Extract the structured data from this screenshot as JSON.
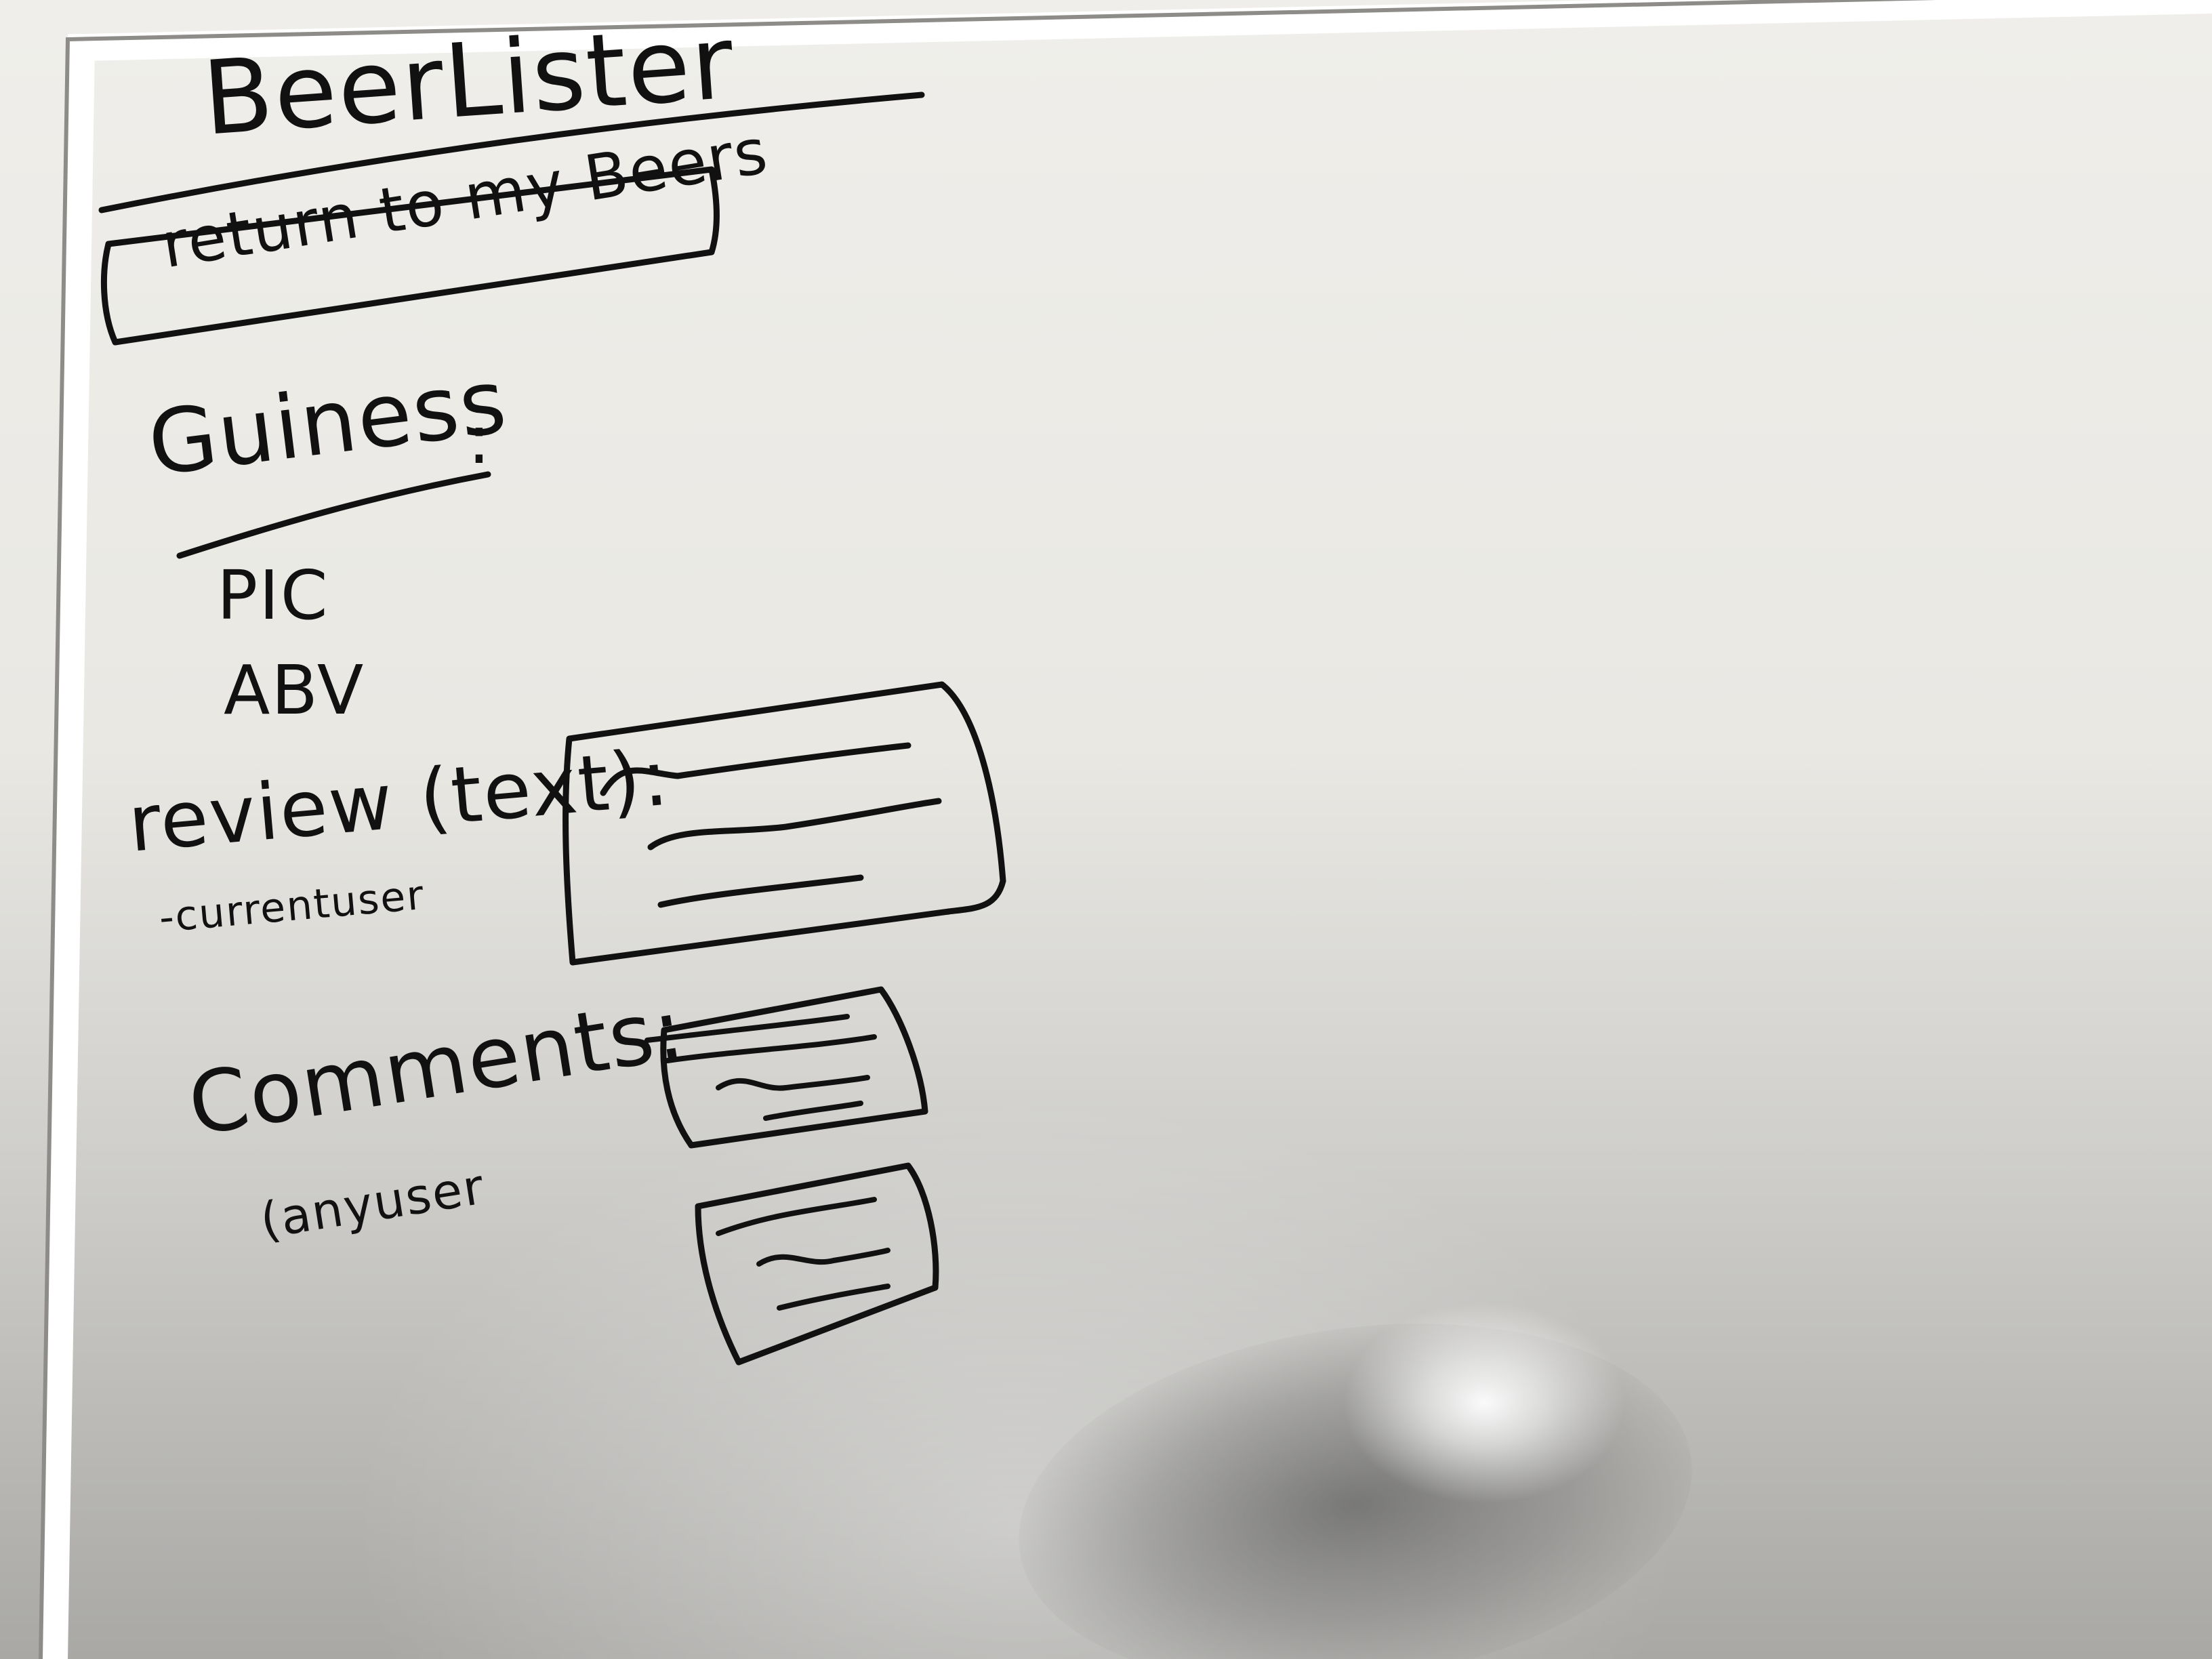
{
  "whiteboard": {
    "title": "BeerLister",
    "nav_button": "return to my Beers",
    "beer_name": "Guiness",
    "fields": [
      "PIC",
      "ABV"
    ],
    "review": {
      "label": "review (text):",
      "sub": "-currentuser"
    },
    "comments": {
      "label": "Comments:",
      "sub": "(anyuser"
    }
  }
}
